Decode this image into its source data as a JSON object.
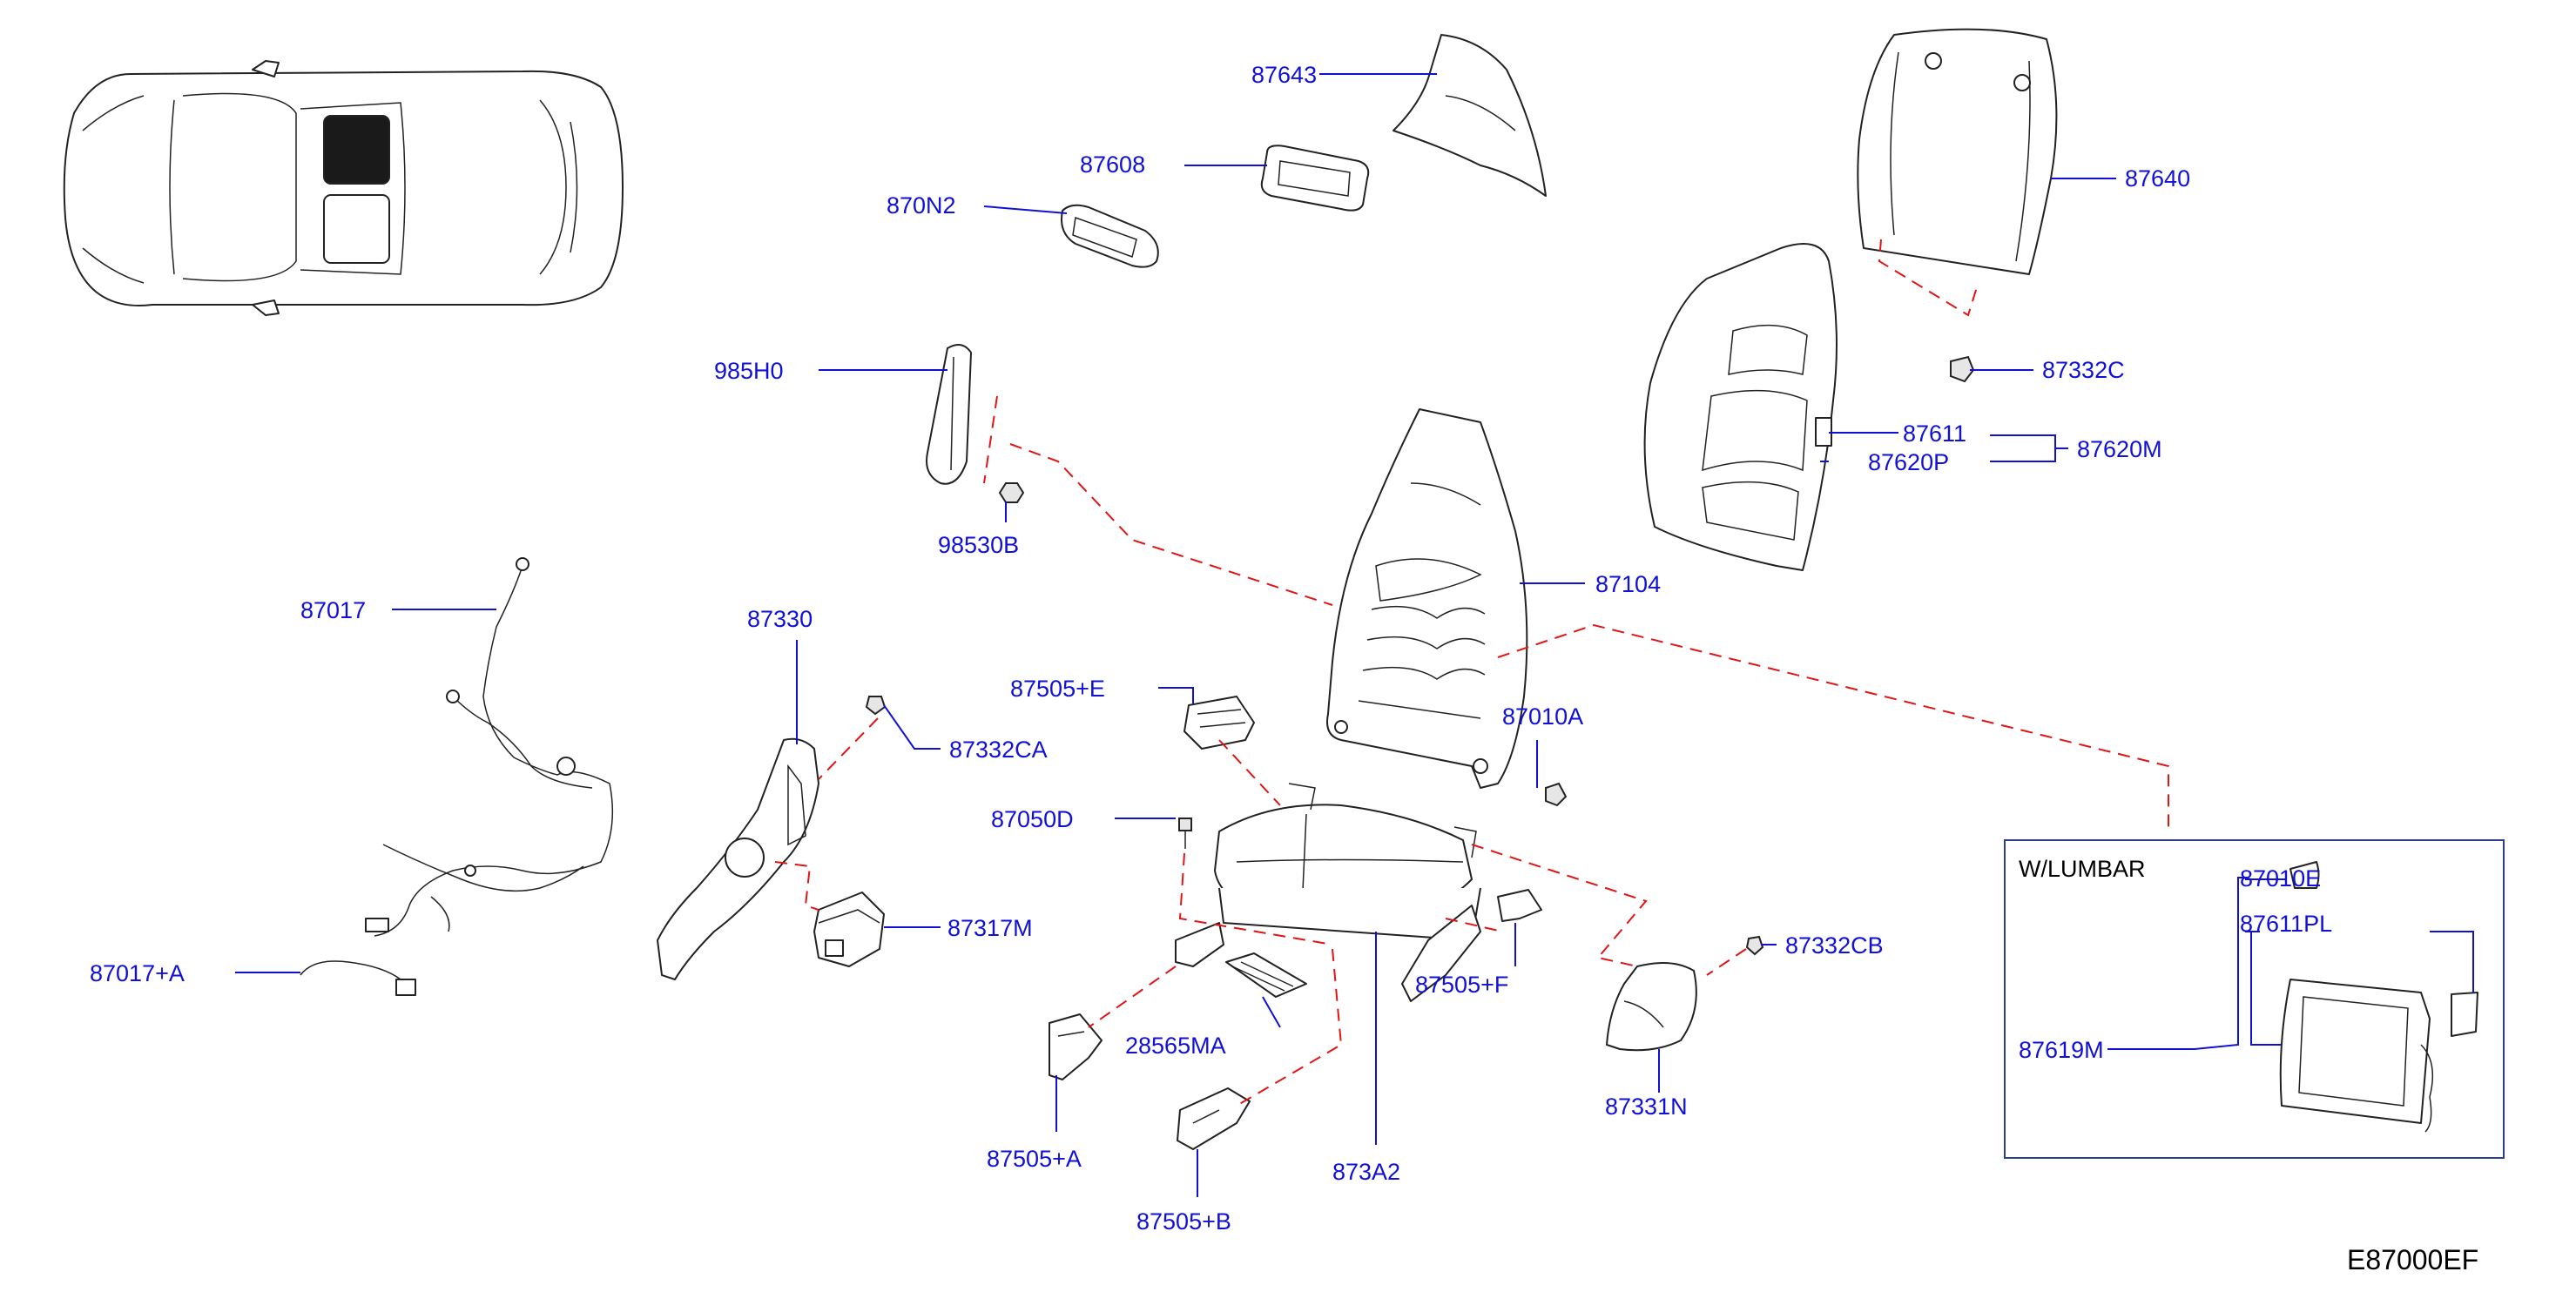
{
  "diagram_code": "E87000EF",
  "inset_title": "W/LUMBAR",
  "labels": {
    "p87643": "87643",
    "p87608": "87608",
    "p870N2": "870N2",
    "p87640": "87640",
    "p87332C": "87332C",
    "p985H0": "985H0",
    "p87611": "87611",
    "p87620M": "87620M",
    "p87620P": "87620P",
    "p98530B": "98530B",
    "p87104": "87104",
    "p87017": "87017",
    "p87330": "87330",
    "p87505E": "87505+E",
    "p87010A": "87010A",
    "p87332CA": "87332CA",
    "p87050D": "87050D",
    "p87317M": "87317M",
    "p87332CB": "87332CB",
    "p87017A": "87017+A",
    "p87505F": "87505+F",
    "p28565MA": "28565MA",
    "p87331N": "87331N",
    "p87505A": "87505+A",
    "p873A2": "873A2",
    "p87505B": "87505+B",
    "p87010E": "87010E",
    "p87611PL": "87611PL",
    "p87619M": "87619M"
  },
  "colors": {
    "label": "#1010d8",
    "leader_line": "#1010d8",
    "dashed_link": "#e01515",
    "sunroof_glass": "#1a1a1a"
  }
}
